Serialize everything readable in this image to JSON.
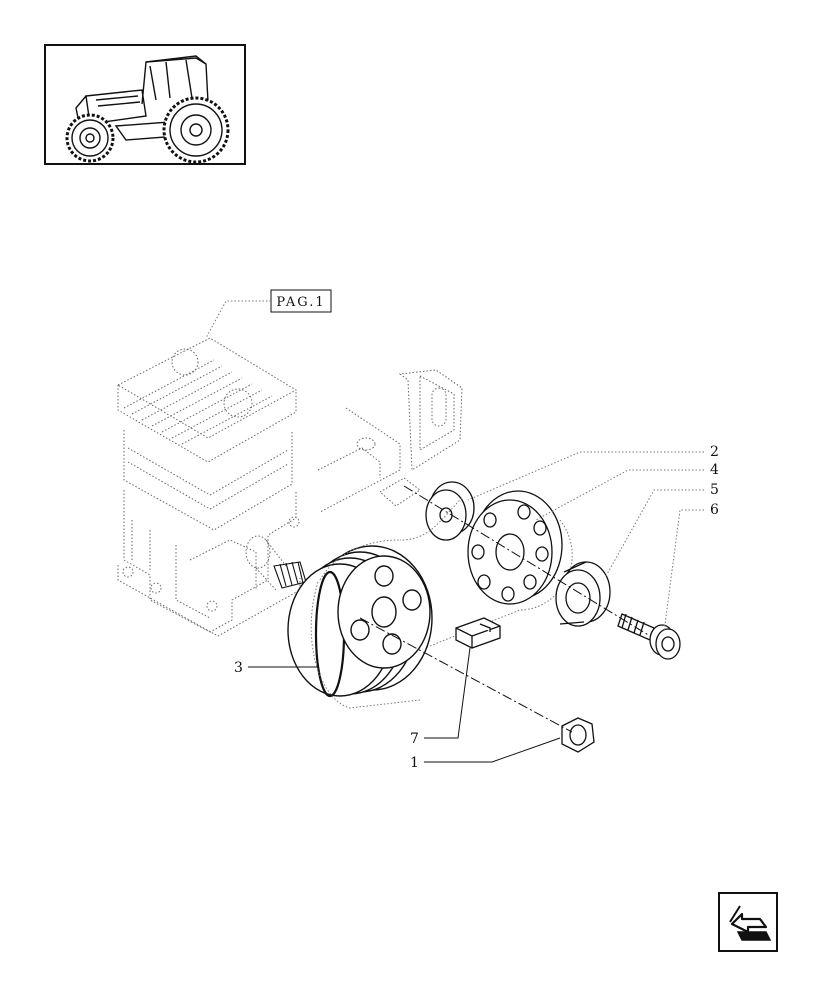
{
  "reference": {
    "label": "PAG.1"
  },
  "callouts": [
    {
      "id": "1",
      "label": "1"
    },
    {
      "id": "2",
      "label": "2"
    },
    {
      "id": "3",
      "label": "3"
    },
    {
      "id": "4",
      "label": "4"
    },
    {
      "id": "5",
      "label": "5"
    },
    {
      "id": "6",
      "label": "6"
    },
    {
      "id": "7",
      "label": "7"
    }
  ],
  "icons": {
    "thumbnail": "tractor-icon",
    "navigation": "return-arrow-icon"
  }
}
